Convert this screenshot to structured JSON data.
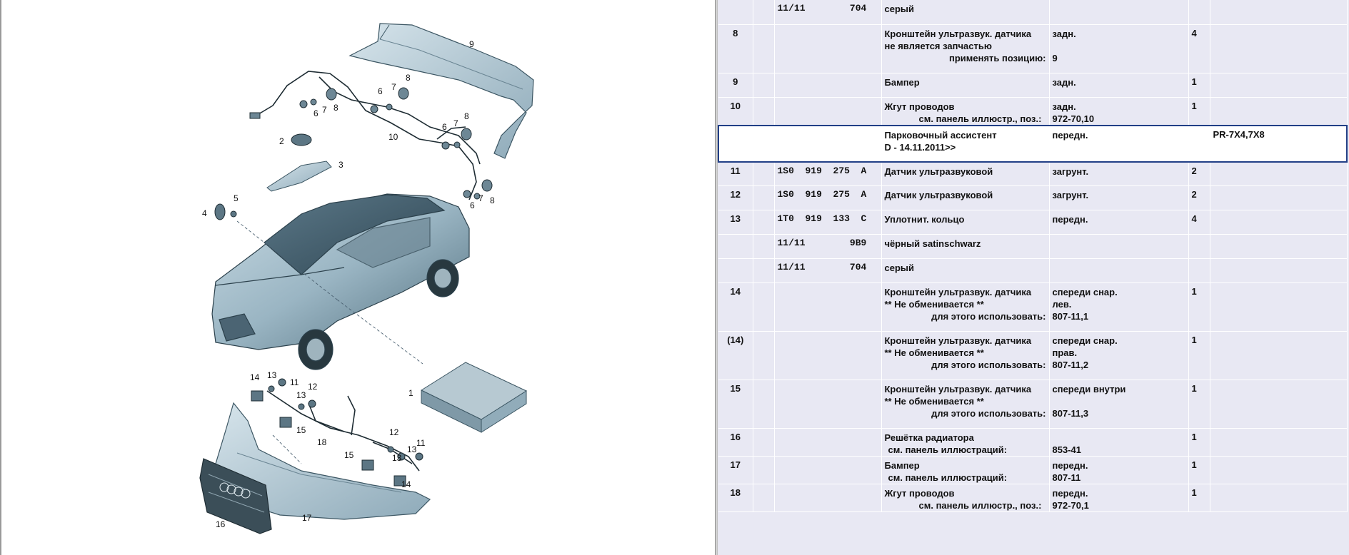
{
  "diagram": {
    "callouts": [
      "9",
      "6",
      "7",
      "8",
      "6",
      "7",
      "8",
      "6",
      "7",
      "8",
      "10",
      "2",
      "3",
      "4",
      "5",
      "6",
      "7",
      "8",
      "14",
      "13",
      "11",
      "12",
      "13",
      "15",
      "18",
      "1",
      "12",
      "13",
      "11",
      "15",
      "13",
      "14",
      "16",
      "17"
    ]
  },
  "table": {
    "rows": [
      {
        "pos": "",
        "part": "11/11        704",
        "desc": [
          "серый"
        ],
        "note": [],
        "qty": "",
        "model": ""
      },
      {
        "pos": "8",
        "part": "",
        "desc": [
          "Кронштейн ультразвук. датчика",
          "не является запчастью",
          "применять позицию:"
        ],
        "note": [
          "задн.",
          "",
          "9"
        ],
        "qty": "4",
        "model": ""
      },
      {
        "pos": "9",
        "part": "",
        "desc": [
          "Бампер"
        ],
        "note": [
          "задн."
        ],
        "qty": "1",
        "model": ""
      },
      {
        "pos": "10",
        "part": "",
        "desc": [
          "Жгут проводов",
          "см. панель иллюстр., поз.:"
        ],
        "note": [
          "задн.",
          "972-70,10"
        ],
        "qty": "1",
        "model": ""
      },
      {
        "pos": "",
        "part": "",
        "desc": [
          "Парковочный ассистент",
          "D - 14.11.2011>>"
        ],
        "note": [
          "передн."
        ],
        "qty": "",
        "model": "PR-7X4,7X8",
        "selected": true
      },
      {
        "pos": "11",
        "part": "1S0  919  275  A",
        "desc": [
          "Датчик ультразвуковой"
        ],
        "note": [
          "загрунт."
        ],
        "qty": "2",
        "model": ""
      },
      {
        "pos": "12",
        "part": "1S0  919  275  A",
        "desc": [
          "Датчик ультразвуковой"
        ],
        "note": [
          "загрунт."
        ],
        "qty": "2",
        "model": ""
      },
      {
        "pos": "13",
        "part": "1T0  919  133  C",
        "desc": [
          "Уплотнит. кольцо"
        ],
        "note": [
          "передн."
        ],
        "qty": "4",
        "model": ""
      },
      {
        "pos": "",
        "part": "11/11        9B9",
        "desc": [
          "чёрный satinschwarz"
        ],
        "note": [],
        "qty": "",
        "model": ""
      },
      {
        "pos": "",
        "part": "11/11        704",
        "desc": [
          "серый"
        ],
        "note": [],
        "qty": "",
        "model": ""
      },
      {
        "pos": "14",
        "part": "",
        "desc": [
          "Кронштейн ультразвук. датчика",
          "** Не обменивается **",
          "для этого использовать:"
        ],
        "note": [
          "спереди снар.",
          "лев.",
          "807-11,1"
        ],
        "qty": "1",
        "model": ""
      },
      {
        "pos": "(14)",
        "part": "",
        "desc": [
          "Кронштейн ультразвук. датчика",
          "** Не обменивается **",
          "для этого использовать:"
        ],
        "note": [
          "спереди снар.",
          "прав.",
          "807-11,2"
        ],
        "qty": "1",
        "model": ""
      },
      {
        "pos": "15",
        "part": "",
        "desc": [
          "Кронштейн ультразвук. датчика",
          "** Не обменивается **",
          "для этого использовать:"
        ],
        "note": [
          "спереди внутри",
          "",
          "807-11,3"
        ],
        "qty": "1",
        "model": ""
      },
      {
        "pos": "16",
        "part": "",
        "desc": [
          "Решётка радиатора",
          "см. панель иллюстраций:"
        ],
        "note": [
          "",
          "853-41"
        ],
        "qty": "1",
        "model": ""
      },
      {
        "pos": "17",
        "part": "",
        "desc": [
          "Бампер",
          "см. панель иллюстраций:"
        ],
        "note": [
          "передн.",
          "807-11"
        ],
        "qty": "1",
        "model": ""
      },
      {
        "pos": "18",
        "part": "",
        "desc": [
          "Жгут проводов",
          "см. панель иллюстр., поз.:"
        ],
        "note": [
          "передн.",
          "972-70,1"
        ],
        "qty": "1",
        "model": ""
      }
    ]
  }
}
